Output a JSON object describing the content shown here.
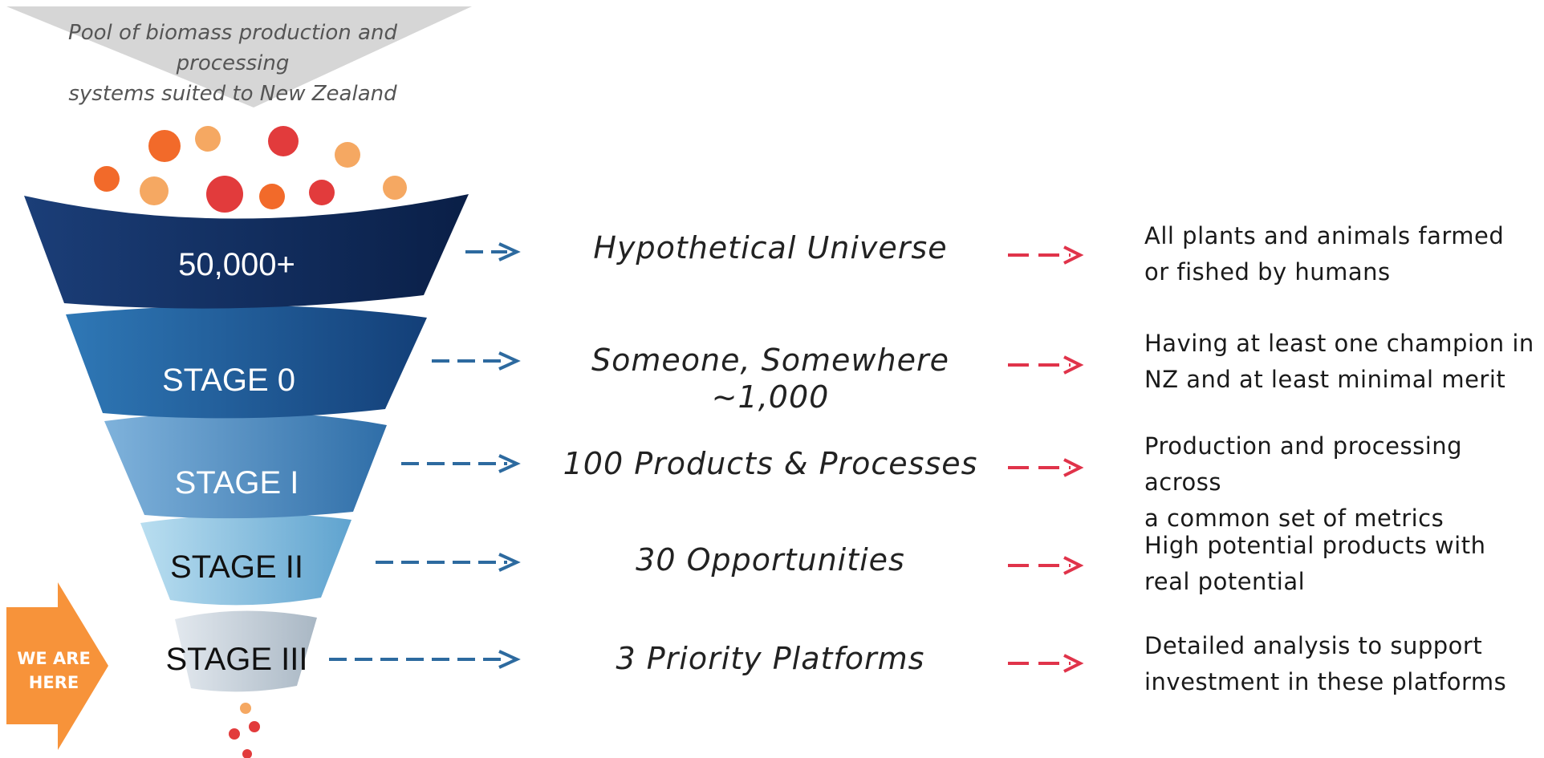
{
  "pool": {
    "line1": "Pool of biomass production and processing",
    "line2": "systems suited to New Zealand"
  },
  "funnel": {
    "stages": [
      {
        "label": "50,000+",
        "title": "Hypothetical Universe",
        "title2": "",
        "desc1": "All plants and animals farmed",
        "desc2": "or fished by humans"
      },
      {
        "label": "STAGE 0",
        "title": "Someone, Somewhere",
        "title2": "~1,000",
        "desc1": "Having at least one champion in",
        "desc2": "NZ and at least minimal merit"
      },
      {
        "label": "STAGE I",
        "title": "100 Products & Processes",
        "title2": "",
        "desc1": "Production and processing across",
        "desc2": "a common set of metrics"
      },
      {
        "label": "STAGE II",
        "title": "30 Opportunities",
        "title2": "",
        "desc1": "High potential products with",
        "desc2": "real potential"
      },
      {
        "label": "STAGE III",
        "title": "3 Priority Platforms",
        "title2": "",
        "desc1": "Detailed analysis to support",
        "desc2": "investment in these platforms"
      }
    ]
  },
  "marker": {
    "line1": "WE ARE",
    "line2": "HERE"
  },
  "colors": {
    "band1": "#0f2a5c",
    "band2": "#1e5a96",
    "band3": "#4f8ec4",
    "band4": "#8fc3e0",
    "band5": "#c9d3dc",
    "blue_arrow": "#2d6a9f",
    "red_arrow": "#e0334a",
    "orange_marker": "#f7933a",
    "pool_triangle": "#d6d6d6"
  }
}
